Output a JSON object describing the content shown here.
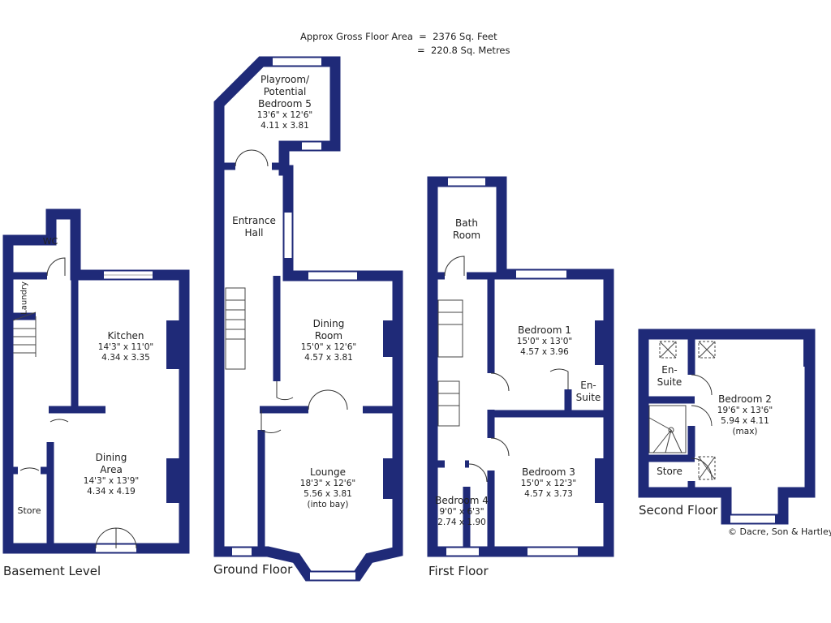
{
  "header": {
    "area_line1": "Approx Gross Floor Area  =  2376 Sq. Feet",
    "area_line2": "=  220.8 Sq. Metres"
  },
  "wall_color": "#1f2a78",
  "floors": {
    "basement": {
      "name": "Basement Level",
      "rooms": [
        {
          "name": "WC"
        },
        {
          "name": "Laundry"
        },
        {
          "name": "Kitchen",
          "imperial": "14'3\"  x  11'0\"",
          "metric": "4.34  x  3.35"
        },
        {
          "name": "Dining Area",
          "imperial": "14'3\"  x  13'9\"",
          "metric": "4.34  x  4.19"
        },
        {
          "name": "Store"
        }
      ]
    },
    "ground": {
      "name": "Ground Floor",
      "rooms": [
        {
          "name": "Playroom/ Potential Bedroom 5",
          "imperial": "13'6\"  x  12'6\"",
          "metric": "4.11  x  3.81"
        },
        {
          "name": "Entrance Hall"
        },
        {
          "name": "Dining Room",
          "imperial": "15'0\"  x  12'6\"",
          "metric": "4.57  x  3.81"
        },
        {
          "name": "Lounge",
          "imperial": "18'3\"  x  12'6\"",
          "metric": "5.56  x  3.81",
          "note": "(into bay)"
        }
      ]
    },
    "first": {
      "name": "First Floor",
      "rooms": [
        {
          "name": "Bath Room"
        },
        {
          "name": "Bedroom 1",
          "imperial": "15'0\"  x  13'0\"",
          "metric": "4.57  x  3.96"
        },
        {
          "name": "En-Suite"
        },
        {
          "name": "Bedroom 3",
          "imperial": "15'0\"  x  12'3\"",
          "metric": "4.57  x  3.73"
        },
        {
          "name": "Bedroom 4",
          "imperial": "9'0\"  x  6'3\"",
          "metric": "2.74  x  1.90"
        }
      ]
    },
    "second": {
      "name": "Second Floor",
      "rooms": [
        {
          "name": "En-Suite"
        },
        {
          "name": "Bedroom 2",
          "imperial": "19'6\"  x  13'6\"",
          "metric": "5.94  x  4.11",
          "note": "(max)"
        },
        {
          "name": "Store"
        }
      ]
    }
  },
  "copyright": "© Dacre, Son & Hartley"
}
